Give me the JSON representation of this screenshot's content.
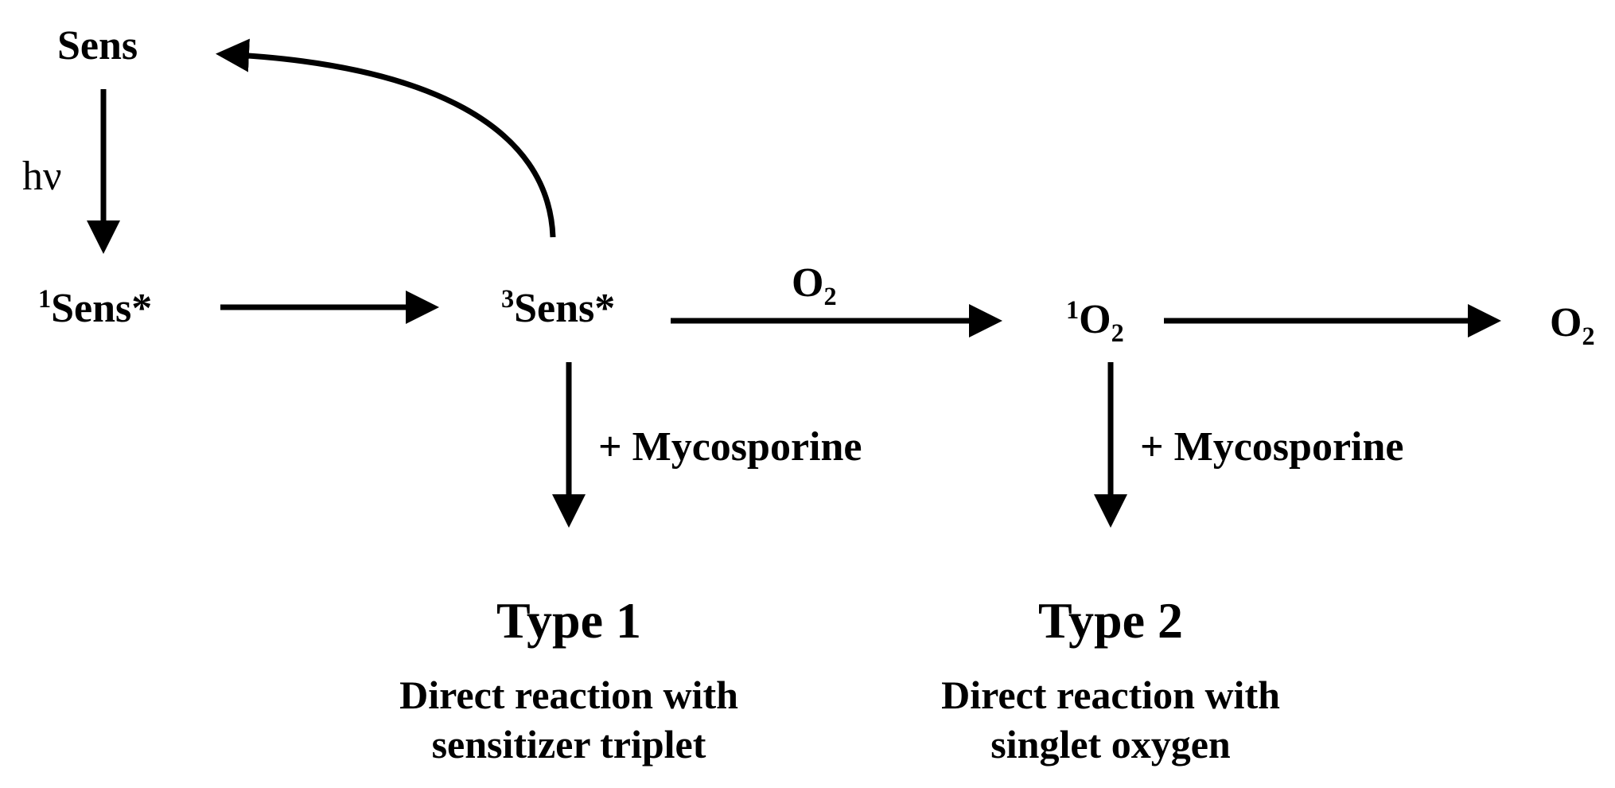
{
  "nodes": {
    "sens": {
      "text": "Sens"
    },
    "singlet_sens": {
      "sup": "1",
      "text": "Sens*"
    },
    "triplet_sens": {
      "sup": "3",
      "text": "Sens*"
    },
    "singlet_oxygen": {
      "sup": "1",
      "text": "O",
      "sub": "2"
    },
    "oxygen_product": {
      "text": "O",
      "sub": "2"
    }
  },
  "edge_labels": {
    "excitation": {
      "text": "hν"
    },
    "oxygen_reactant": {
      "text": "O",
      "sub": "2"
    },
    "mycosporine_type1": {
      "text": "+ Mycosporine"
    },
    "mycosporine_type2": {
      "text": "+ Mycosporine"
    }
  },
  "outcomes": {
    "type1": {
      "title": "Type 1",
      "line1": "Direct reaction with",
      "line2": "sensitizer triplet"
    },
    "type2": {
      "title": "Type 2",
      "line1": "Direct reaction with",
      "line2": "singlet oxygen"
    }
  },
  "colors": {
    "ink": "#000000",
    "background": "#ffffff"
  }
}
